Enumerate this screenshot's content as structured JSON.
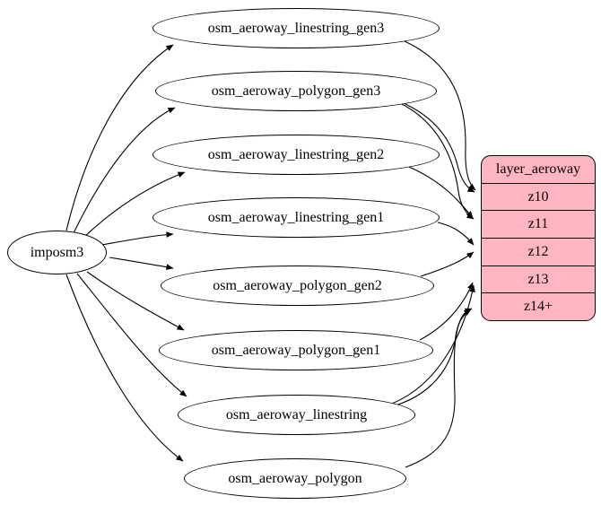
{
  "diagram": {
    "source": {
      "label": "imposm3"
    },
    "tables": [
      {
        "label": "osm_aeroway_linestring_gen3"
      },
      {
        "label": "osm_aeroway_polygon_gen3"
      },
      {
        "label": "osm_aeroway_linestring_gen2"
      },
      {
        "label": "osm_aeroway_linestring_gen1"
      },
      {
        "label": "osm_aeroway_polygon_gen2"
      },
      {
        "label": "osm_aeroway_polygon_gen1"
      },
      {
        "label": "osm_aeroway_linestring"
      },
      {
        "label": "osm_aeroway_polygon"
      }
    ],
    "layer": {
      "title": "layer_aeroway",
      "rows": [
        "z10",
        "z11",
        "z12",
        "z13",
        "z14+"
      ]
    },
    "colors": {
      "layer_fill": "#ffb6c1",
      "node_stroke": "#000000",
      "edge": "#000000",
      "background": "#ffffff"
    },
    "edges": {
      "source_to_tables": [
        {
          "from": "imposm3",
          "to": "osm_aeroway_linestring_gen3"
        },
        {
          "from": "imposm3",
          "to": "osm_aeroway_polygon_gen3"
        },
        {
          "from": "imposm3",
          "to": "osm_aeroway_linestring_gen2"
        },
        {
          "from": "imposm3",
          "to": "osm_aeroway_linestring_gen1"
        },
        {
          "from": "imposm3",
          "to": "osm_aeroway_polygon_gen2"
        },
        {
          "from": "imposm3",
          "to": "osm_aeroway_polygon_gen1"
        },
        {
          "from": "imposm3",
          "to": "osm_aeroway_linestring"
        },
        {
          "from": "imposm3",
          "to": "osm_aeroway_polygon"
        }
      ],
      "tables_to_layer": [
        {
          "from": "osm_aeroway_linestring_gen3",
          "to": "z10"
        },
        {
          "from": "osm_aeroway_polygon_gen3",
          "to": "z10"
        },
        {
          "from": "osm_aeroway_polygon_gen3",
          "to": "z11"
        },
        {
          "from": "osm_aeroway_linestring_gen2",
          "to": "z11"
        },
        {
          "from": "osm_aeroway_linestring_gen1",
          "to": "z12"
        },
        {
          "from": "osm_aeroway_polygon_gen2",
          "to": "z12"
        },
        {
          "from": "osm_aeroway_polygon_gen1",
          "to": "z13"
        },
        {
          "from": "osm_aeroway_linestring",
          "to": "z13"
        },
        {
          "from": "osm_aeroway_linestring",
          "to": "z14+"
        },
        {
          "from": "osm_aeroway_polygon",
          "to": "z14+"
        }
      ]
    }
  }
}
